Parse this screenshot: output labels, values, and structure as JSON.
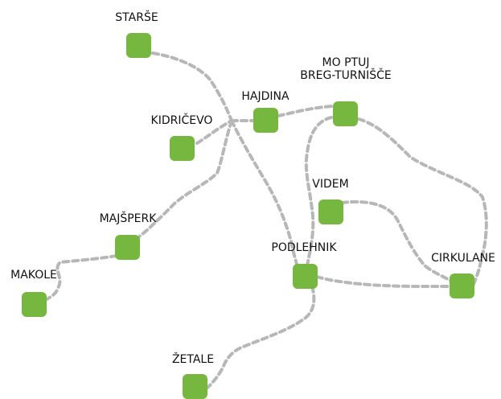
{
  "colors": {
    "node_fill": "#76b83f",
    "route_stroke": "#b7b7b7",
    "label_text": "#111111",
    "background": "#ffffff"
  },
  "map": {
    "municipalities": [
      {
        "id": "starse",
        "label": [
          "STARŠE"
        ]
      },
      {
        "id": "hajdina",
        "label": [
          "HAJDINA"
        ]
      },
      {
        "id": "mo-ptuj",
        "label": [
          "MO PTUJ",
          "BREG-TURNIŠČE"
        ]
      },
      {
        "id": "kidricevo",
        "label": [
          "KIDRIČEVO"
        ]
      },
      {
        "id": "videm",
        "label": [
          "VIDEM"
        ]
      },
      {
        "id": "majsperk",
        "label": [
          "MAJŠPERK"
        ]
      },
      {
        "id": "podlehnik",
        "label": [
          "PODLEHNIK"
        ]
      },
      {
        "id": "cirkulane",
        "label": [
          "CIRKULANE"
        ]
      },
      {
        "id": "makole",
        "label": [
          "MAKOLE"
        ]
      },
      {
        "id": "zetale",
        "label": [
          "ŽETALE"
        ]
      }
    ]
  }
}
